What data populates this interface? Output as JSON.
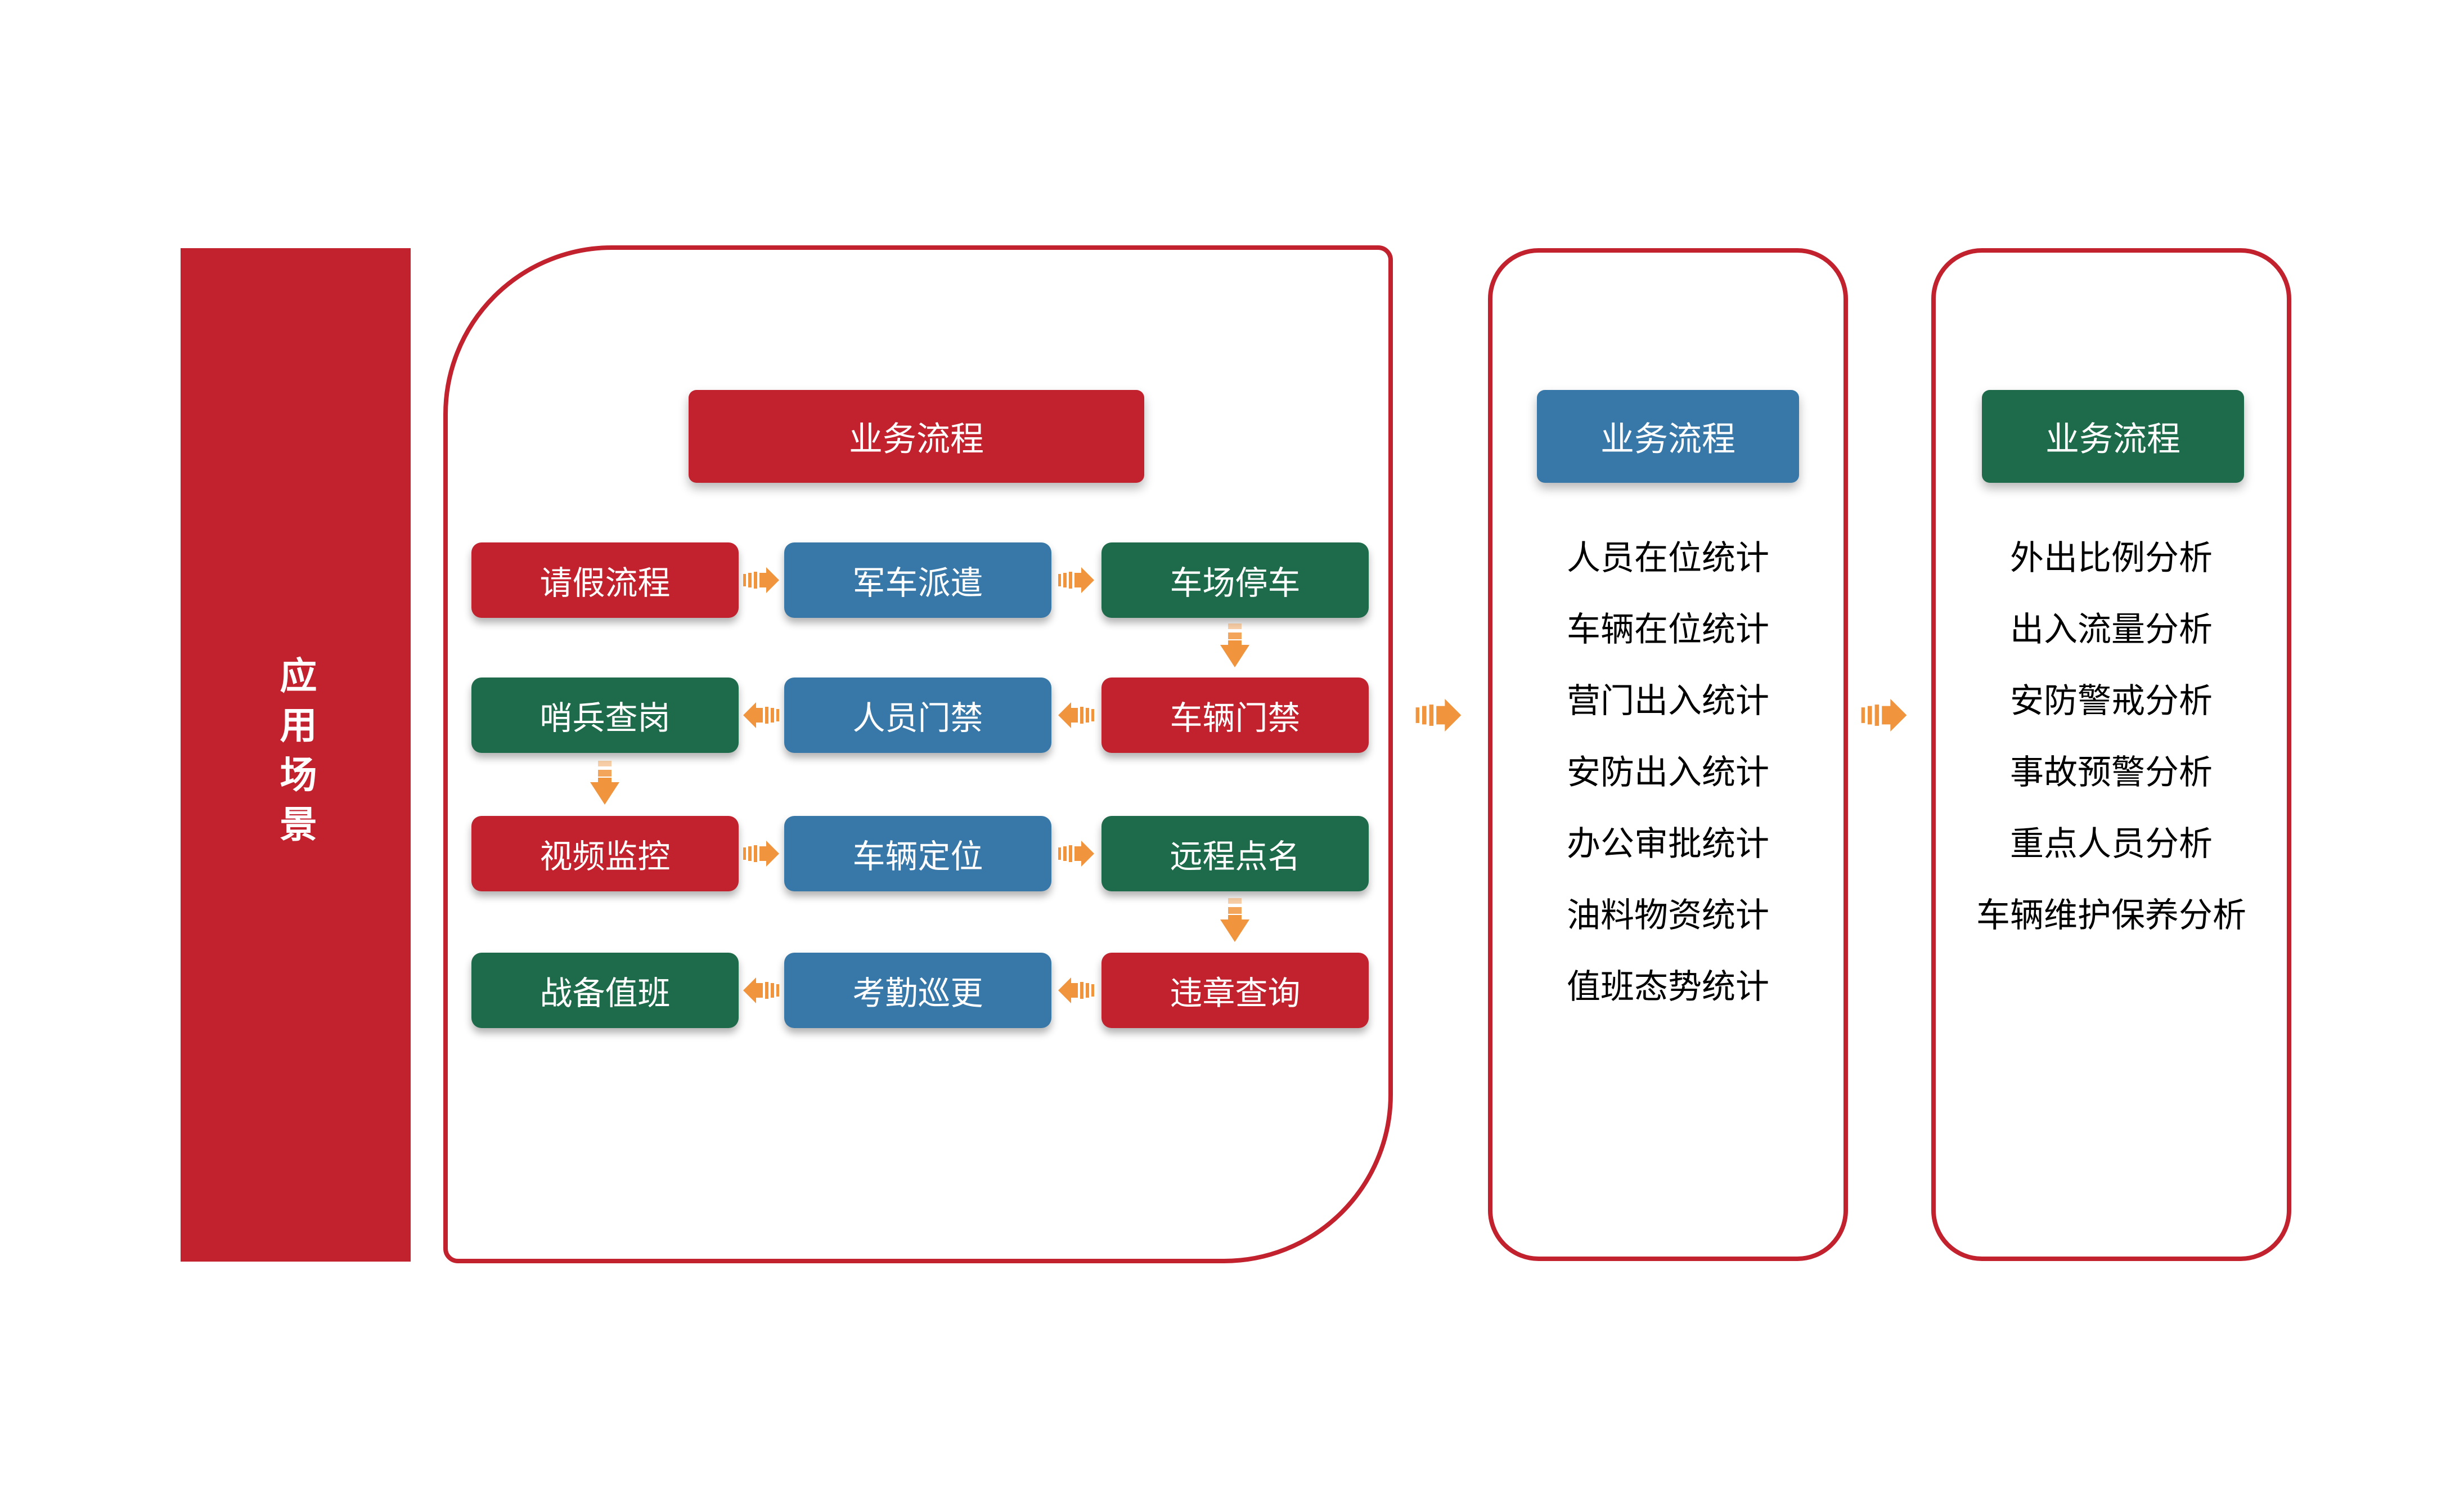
{
  "colors": {
    "red": "#C2212E",
    "blue": "#3878A8",
    "green": "#1E6B4B",
    "arrow": "#F0953E",
    "text": "#000000"
  },
  "sidebar": {
    "label": "应用场景"
  },
  "flow_panel": {
    "header": "业务流程",
    "header_color": "red",
    "rows": [
      {
        "direction": "right",
        "boxes": [
          {
            "label": "请假流程",
            "color": "red"
          },
          {
            "label": "军车派遣",
            "color": "blue"
          },
          {
            "label": "车场停车",
            "color": "green"
          }
        ]
      },
      {
        "direction": "left",
        "boxes": [
          {
            "label": "哨兵查岗",
            "color": "green"
          },
          {
            "label": "人员门禁",
            "color": "blue"
          },
          {
            "label": "车辆门禁",
            "color": "red"
          }
        ]
      },
      {
        "direction": "right",
        "boxes": [
          {
            "label": "视频监控",
            "color": "red"
          },
          {
            "label": "车辆定位",
            "color": "blue"
          },
          {
            "label": "远程点名",
            "color": "green"
          }
        ]
      },
      {
        "direction": "left",
        "boxes": [
          {
            "label": "战备值班",
            "color": "green"
          },
          {
            "label": "考勤巡更",
            "color": "blue"
          },
          {
            "label": "违章查询",
            "color": "red"
          }
        ]
      }
    ],
    "vertical_arrows": [
      "车场停车→车辆门禁",
      "哨兵查岗→视频监控",
      "远程点名→违章查询"
    ]
  },
  "stats_panel": {
    "header": "业务流程",
    "header_color": "blue",
    "items": [
      "人员在位统计",
      "车辆在位统计",
      "营门出入统计",
      "安防出入统计",
      "办公审批统计",
      "油料物资统计",
      "值班态势统计"
    ]
  },
  "analysis_panel": {
    "header": "业务流程",
    "header_color": "green",
    "items": [
      "外出比例分析",
      "出入流量分析",
      "安防警戒分析",
      "事故预警分析",
      "重点人员分析",
      "车辆维护保养分析"
    ]
  }
}
